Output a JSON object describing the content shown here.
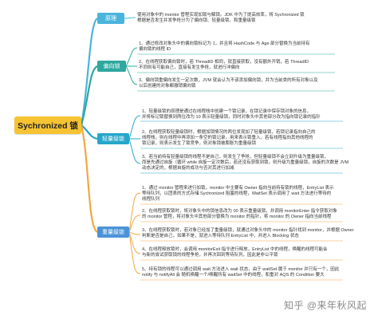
{
  "root": {
    "label": "Sychronized 锁"
  },
  "branches": [
    {
      "label": "原理",
      "color": "#4ab4dd",
      "items": [
        {
          "lines": [
            "使用对象中的 monitor 管程实现加锁与解锁。JDK 中为了提高效率，将 Sychronized 锁",
            "根据是否发生并发争抢分为了偏向锁、轻量级锁、和重量级锁"
          ]
        }
      ]
    },
    {
      "label": "偏向锁",
      "color": "#2fa89e",
      "items": [
        {
          "lines": [
            "1、通过修改对象头中的偏向锁标记为 1，并且将 HashCode 与 Age 部分替换为当前持有",
            "偏向锁的线程 ID"
          ]
        },
        {
          "lines": [
            "2、在线程获取偏向锁时，若 ThreadID 相同，就直接获取，没有额外开销，若 ThreadID",
            "不同则有可能自己，直接有发生争抢，就进行冲偏向"
          ]
        },
        {
          "lines": [
            "3、偏向锁重偏向发生一定次数，JVM 就会认为不该添加偏向锁，并为当前类的所有对象以及",
            "以后创建的对象都撤销偏向锁"
          ]
        }
      ]
    },
    {
      "label": "轻量级锁",
      "color": "#27a6ca",
      "items": [
        {
          "lines": [
            "1、轻量级锁的原理是通过在线程栈中创建一个锁记录，在锁记录中保存锁对象的信息，",
            "并将标记锁替换到两位改为 10 表示轻量级锁，同时对象头中其他部分改为指向锁记录的指针"
          ]
        },
        {
          "lines": [
            "2、在线程获取轻量级锁时，根据加锁情况的两位发现加了轻量级锁，若锁记录指向自己的",
            "线程栈，则在线程中再添加一条空的锁记录，用来表示锁重入。若有线程指向其他线程的",
            "锁记录，则表示发生了锁竞争，则对象锁被膨胀为重量级锁"
          ]
        },
        {
          "lines": [
            "3、若当前持有轻量级锁的线程不是自己，则发生了争抢，但轻量级锁不会立刻升级为重量级锁，",
            "而是先通过自旋（循环 while 自旋一定次数后，若还没有获取到锁，则升级为重量级锁，自旋的次数是 JVM",
            "动态决定的，根据自旋的成功与否对其进行加减"
          ]
        }
      ]
    },
    {
      "label": "重量级锁",
      "color": "#4b93d8",
      "items": [
        {
          "lines": [
            "1、通过 monitor 管程来进行加锁，monitor 中主要有 Owner 指向当前持有锁的线程，EntryList 表示",
            "等待队列，以团表的方式存储 Sychronized 阻塞的线程，WaitSet 表示调用了 wait 方法进行等待的",
            "线程队列"
          ]
        },
        {
          "lines": [
            "2、在线程获取锁时，将对象头中的锁信息改为 00 表示重量级锁，并调用 monitorEnter 指令获取对象",
            "的 monitor 管程，将对象头中其他部分替换为 monitor 的指针，将 monitor 的 Owner 指向当前线程"
          ]
        },
        {
          "lines": [
            "3、在线程获取锁时，若对象已经加了重量级锁，就通过对象头中的 monitor 指针找到 monitor，并根据 Owner",
            "判断是否是自己，如果不是，就进入等待队列 EntryList 中，并进入 Blocking 状态"
          ]
        },
        {
          "lines": [
            "4、在线程释放锁时，会调用 monitorExit 指令进行释放，EntryList 中的线程，唤醒的线程可能会",
            "与新的尝试获取锁的线程争抢，并再次回到等待队列，因此是非公平锁"
          ]
        },
        {
          "lines": [
            "5、持有锁的线程可以通过调用 wait 方法进入 wait 状态，由于 waitSet 属于 monitor 并只有一个，因此",
            "notify 与 notifyAll 会 随机唤醒一个/唤醒所有 waitSet 中的线程，和重对 AQS 的 Condition 要大"
          ]
        }
      ]
    }
  ],
  "watermark": "知乎 @来年秋风起",
  "colors": {
    "root": "#f6c333",
    "yuanli": "#4ab4dd",
    "pianxiang": "#2fa89e",
    "qingliang": "#27a6ca",
    "zhongliang": "#4b93d8"
  }
}
